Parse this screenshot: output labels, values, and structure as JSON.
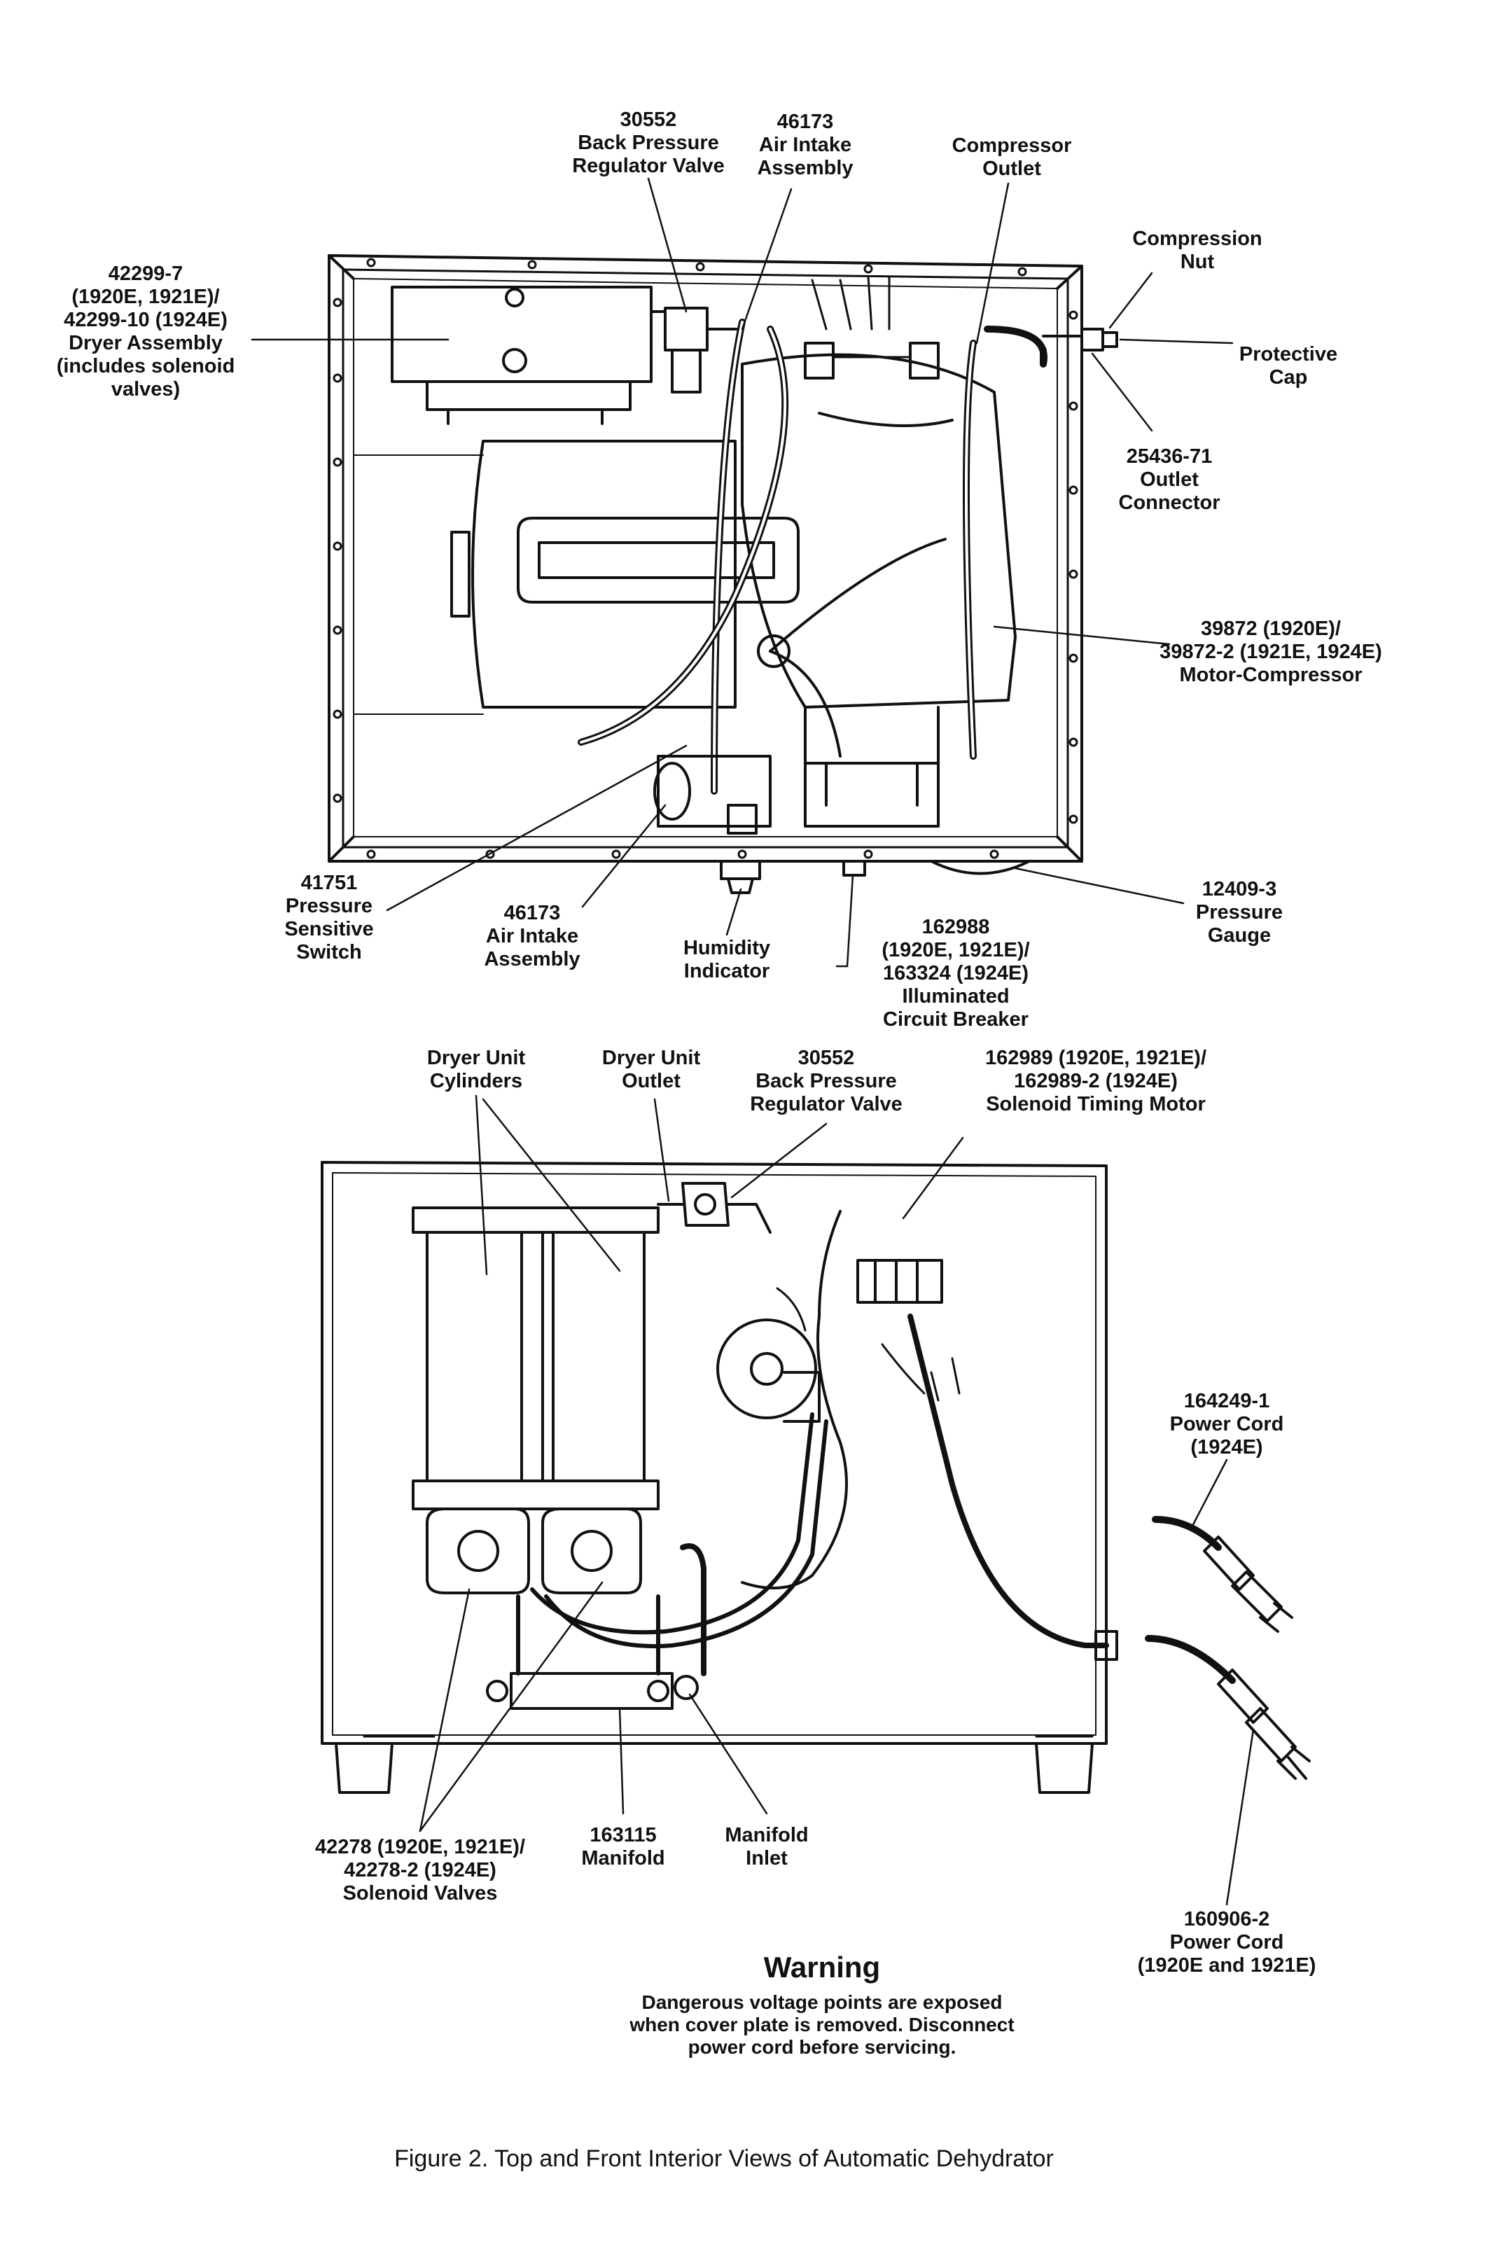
{
  "top_view": {
    "labels": {
      "regulator_valve": [
        "30552",
        "Back Pressure",
        "Regulator Valve"
      ],
      "air_intake_top": [
        "46173",
        "Air Intake",
        "Assembly"
      ],
      "compressor_outlet": [
        "Compressor",
        "Outlet"
      ],
      "compression_nut": [
        "Compression",
        "Nut"
      ],
      "dryer_assembly": [
        "42299-7",
        "(1920E, 1921E)/",
        "42299-10 (1924E)",
        "Dryer Assembly",
        "(includes solenoid",
        "valves)"
      ],
      "protective_cap": [
        "Protective",
        "Cap"
      ],
      "outlet_connector": [
        "25436-71",
        "Outlet",
        "Connector"
      ],
      "motor_compressor": [
        "39872 (1920E)/",
        "39872-2 (1921E, 1924E)",
        "Motor-Compressor"
      ],
      "pressure_switch": [
        "41751",
        "Pressure",
        "Sensitive",
        "Switch"
      ],
      "air_intake_bottom": [
        "46173",
        "Air Intake",
        "Assembly"
      ],
      "humidity_indicator": [
        "Humidity",
        "Indicator"
      ],
      "circuit_breaker": [
        "162988",
        "(1920E, 1921E)/",
        "163324 (1924E)",
        "Illuminated",
        "Circuit Breaker"
      ],
      "pressure_gauge": [
        "12409-3",
        "Pressure",
        "Gauge"
      ]
    }
  },
  "front_view": {
    "labels": {
      "dryer_cylinders": [
        "Dryer Unit",
        "Cylinders"
      ],
      "dryer_outlet": [
        "Dryer Unit",
        "Outlet"
      ],
      "regulator_valve": [
        "30552",
        "Back Pressure",
        "Regulator Valve"
      ],
      "timing_motor": [
        "162989 (1920E, 1921E)/",
        "162989-2 (1924E)",
        "Solenoid Timing Motor"
      ],
      "power_cord_1924": [
        "164249-1",
        "Power Cord",
        "(1924E)"
      ],
      "solenoid_valves": [
        "42278 (1920E, 1921E)/",
        "42278-2 (1924E)",
        "Solenoid Valves"
      ],
      "manifold": [
        "163115",
        "Manifold"
      ],
      "manifold_inlet": [
        "Manifold",
        "Inlet"
      ],
      "power_cord_1920": [
        "160906-2",
        "Power Cord",
        "(1920E and 1921E)"
      ]
    }
  },
  "warning": {
    "title": "Warning",
    "lines": [
      "Dangerous voltage points are exposed",
      "when cover plate is removed. Disconnect",
      "power cord before servicing."
    ]
  },
  "caption": "Figure 2. Top and Front Interior Views of Automatic Dehydrator"
}
